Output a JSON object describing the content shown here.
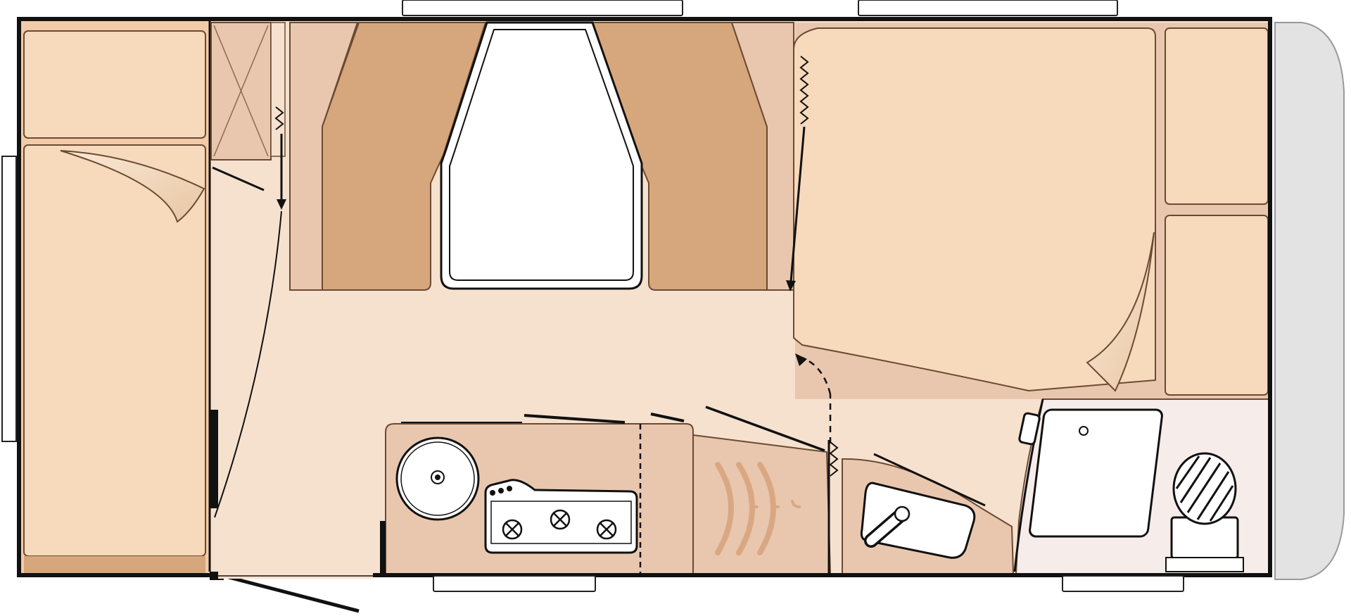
{
  "floorplan": {
    "type": "caravan-floor-plan",
    "palette": {
      "wall": "#111111",
      "floor": "#f6e1cf",
      "cushion_light": "#f7d9bb",
      "cushion_dark": "#d6a77c",
      "cabinet": "#e9c7ae",
      "bath_floor": "#f6ecea",
      "window": "#ffffff",
      "nose_cap": "#e3e3e3"
    },
    "zones": [
      {
        "id": "front-single-bed",
        "kind": "bed"
      },
      {
        "id": "wardrobe",
        "kind": "storage"
      },
      {
        "id": "dinette",
        "kind": "seating"
      },
      {
        "id": "dinette-table",
        "kind": "table"
      },
      {
        "id": "rear-double-bed",
        "kind": "bed"
      },
      {
        "id": "kitchen",
        "kind": "kitchen",
        "features": [
          "sink",
          "3-burner-hob"
        ]
      },
      {
        "id": "coat-cabinet",
        "kind": "storage"
      },
      {
        "id": "washroom",
        "kind": "bathroom",
        "features": [
          "washbasin",
          "shower-tray",
          "toilet"
        ]
      }
    ],
    "icons": [
      "sink-icon",
      "hob-icon",
      "coat-hanger-icon",
      "washbasin-icon",
      "toilet-icon",
      "door-icon"
    ]
  }
}
